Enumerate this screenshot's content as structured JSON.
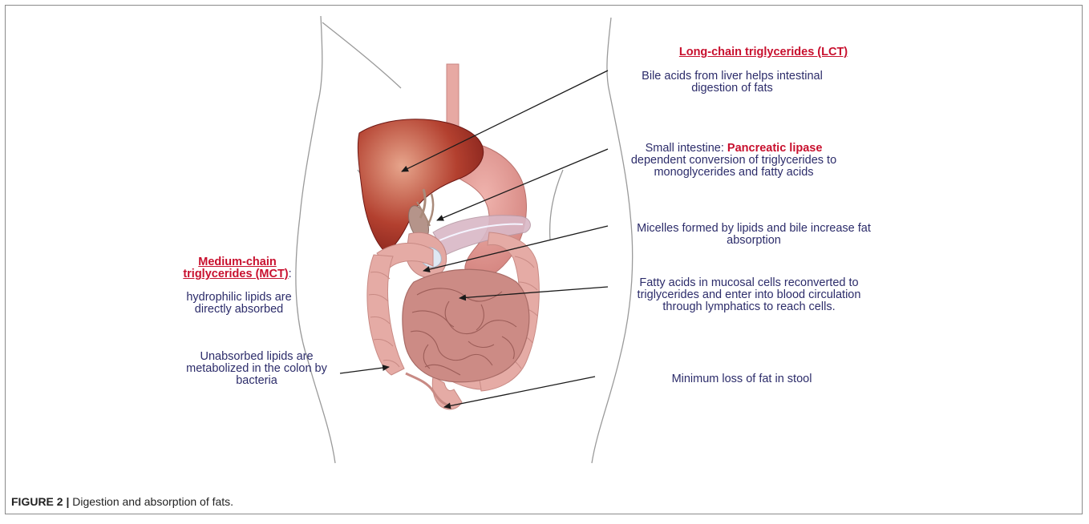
{
  "lct": {
    "heading": "Long-chain triglycerides (LCT)",
    "bile": "Bile acids from liver helps intestinal digestion of fats",
    "lipase_prefix": "Small intestine: ",
    "lipase_emphasis": "Pancreatic lipase",
    "lipase_rest": "dependent conversion of triglycerides to monoglycerides and fatty acids",
    "micelles": "Micelles formed by lipids and bile increase fat absorption",
    "mucosal": "Fatty acids in mucosal cells reconverted to triglycerides and enter into blood circulation through lymphatics to reach cells.",
    "stool": "Minimum  loss of fat in stool"
  },
  "mct": {
    "heading_line1": "Medium-chain",
    "heading_line2": "triglycerides (MCT)",
    "heading_suffix": ":",
    "body": "hydrophilic lipids are directly absorbed"
  },
  "colon": {
    "text": "Unabsorbed lipids are metabolized in the colon by bacteria"
  },
  "caption": {
    "label": "FIGURE 2 |",
    "text": " Digestion and absorption of fats."
  },
  "colors": {
    "accent_red": "#c8102e",
    "label_text": "#2c2c6a",
    "liver": "#a8302a",
    "intestine": "#c98a84",
    "stomach": "#d88c88"
  }
}
